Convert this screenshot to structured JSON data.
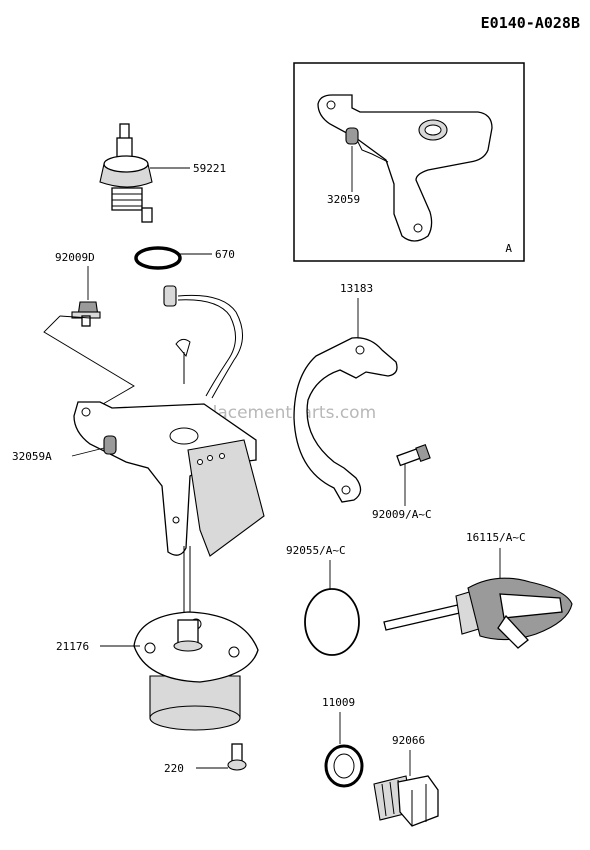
{
  "diagram": {
    "code": "E0140-A028B",
    "watermark": "eReplacementParts.com",
    "inset_letter": "A",
    "labels": {
      "p59221": "59221",
      "p92009d": "92009D",
      "p670": "670",
      "p32059": "32059",
      "p13183": "13183",
      "p32059a": "32059A",
      "p92009ac": "92009/A~C",
      "p92055ac": "92055/A~C",
      "p16115ac": "16115/A~C",
      "p21176": "21176",
      "p11009": "11009",
      "p92066": "92066",
      "p220": "220"
    }
  }
}
